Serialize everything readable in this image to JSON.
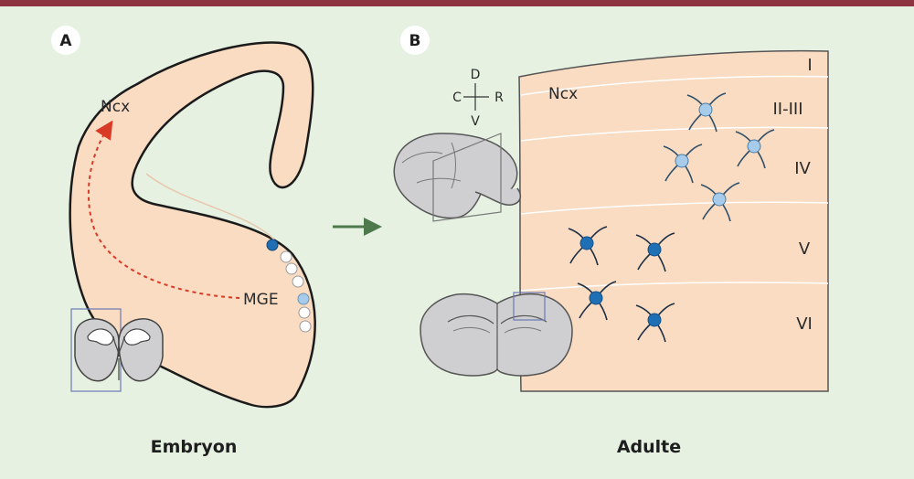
{
  "panel_a": {
    "letter": "A",
    "label_ncx": "Ncx",
    "label_mge": "MGE",
    "caption": "Embryon"
  },
  "panel_b": {
    "letter": "B",
    "label_ncx": "Ncx",
    "axes": {
      "dorsal": "D",
      "ventral": "V",
      "caudal": "C",
      "rostral": "R"
    },
    "layers": [
      "I",
      "II-III",
      "IV",
      "V",
      "VI"
    ],
    "caption": "Adulte"
  },
  "colors": {
    "background": "#e6f1e2",
    "top_bar": "#8e3340",
    "tissue": "#f9dcc2",
    "dark_neuron": "#1f6fb5",
    "light_neuron": "#a7cbea",
    "migration_arrow": "#d83a26",
    "transition_arrow": "#4d7a4a",
    "brain_grey": "#cfcfd1"
  }
}
